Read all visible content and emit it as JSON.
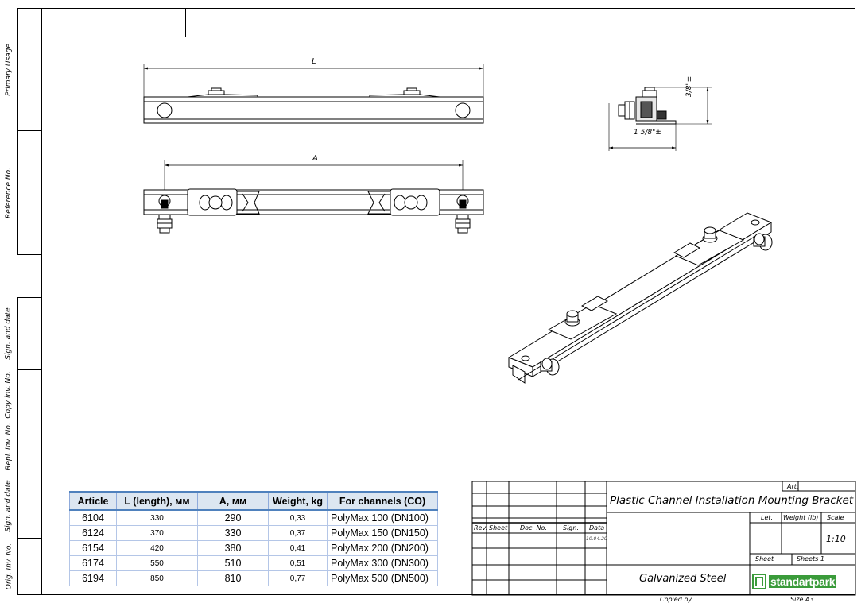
{
  "side_labels": {
    "primary_usage": "Primary Usage",
    "reference_no": "Reference No.",
    "sign_date_1": "Sign. and date",
    "copy_inv_no": "Copy inv. No.",
    "repl_inv_no": "Repl. Inv. No.",
    "sign_date_2": "Sign. and date",
    "orig_inv_no": "Orig. Inv. No."
  },
  "dimensions": {
    "length_label": "L",
    "spacing_label": "A",
    "height_label": "3/8\"",
    "height_num": "3",
    "height_den": "8",
    "height_unit": "\"±",
    "width_whole": "1",
    "width_num": "5",
    "width_den": "8",
    "width_unit": "\"±"
  },
  "spec_table": {
    "headers": [
      "Article",
      "L (length), мм",
      "A, мм",
      "Weight, kg",
      "For channels (CO)"
    ],
    "rows": [
      [
        "6104",
        "330",
        "290",
        "0,33",
        "PolyMax 100 (DN100)"
      ],
      [
        "6124",
        "370",
        "330",
        "0,37",
        "PolyMax 150 (DN150)"
      ],
      [
        "6154",
        "420",
        "380",
        "0,41",
        "PolyMax 200 (DN200)"
      ],
      [
        "6174",
        "550",
        "510",
        "0,51",
        "PolyMax 300 (DN300)"
      ],
      [
        "6194",
        "850",
        "810",
        "0,77",
        "PolyMax 500 (DN500)"
      ]
    ]
  },
  "title_block": {
    "art_label": "Art.",
    "title": "Plastic Channel Installation Mounting Bracket",
    "rev_label": "Rev.",
    "sheet_label": "Sheet",
    "doc_no_label": "Doc. No.",
    "sign_label": "Sign.",
    "data_label": "Data",
    "date_value": "10.04.20",
    "let_label": "Let.",
    "weight_label": "Weight (lb)",
    "scale_label": "Scale",
    "scale_value": "1:10",
    "sheet_label_2": "Sheet",
    "sheets_label": "Sheets",
    "sheets_value": "1",
    "material": "Galvanized Steel",
    "logo_text": "standartpark",
    "copied_by": "Copied by",
    "size": "Size A3"
  }
}
